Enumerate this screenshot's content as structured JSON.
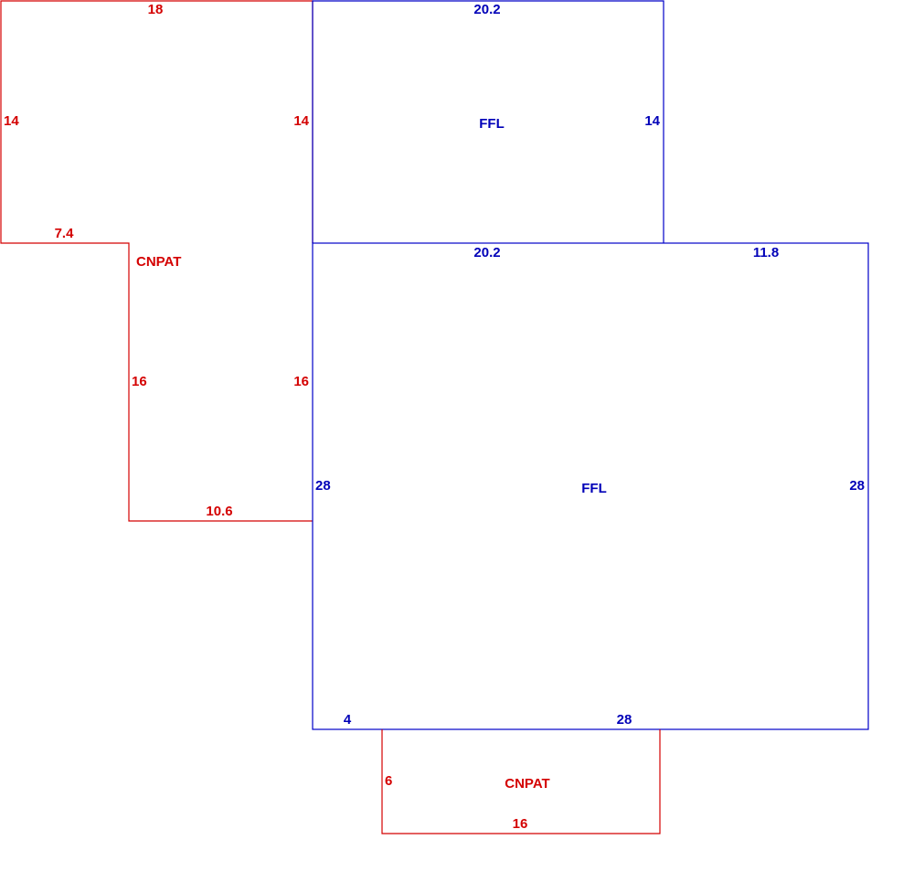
{
  "colors": {
    "cnpat": "#d40000",
    "ffl": "#0000c8",
    "background": "#ffffff"
  },
  "areas": {
    "cnpat_left": {
      "label": "CNPAT",
      "dims": {
        "top": "18",
        "left": "14",
        "right_upper": "14",
        "notch_bottom": "7.4",
        "notch_left": "16",
        "right_lower": "16",
        "bottom": "10.6"
      }
    },
    "ffl_upper": {
      "label": "FFL",
      "dims": {
        "top": "20.2",
        "right": "14"
      }
    },
    "ffl_main": {
      "label": "FFL",
      "dims": {
        "top_left": "20.2",
        "top_right": "11.8",
        "left": "28",
        "right": "28",
        "bottom_left": "4",
        "bottom_right": "28"
      }
    },
    "cnpat_bottom": {
      "label": "CNPAT",
      "dims": {
        "left": "6",
        "bottom": "16"
      }
    }
  }
}
